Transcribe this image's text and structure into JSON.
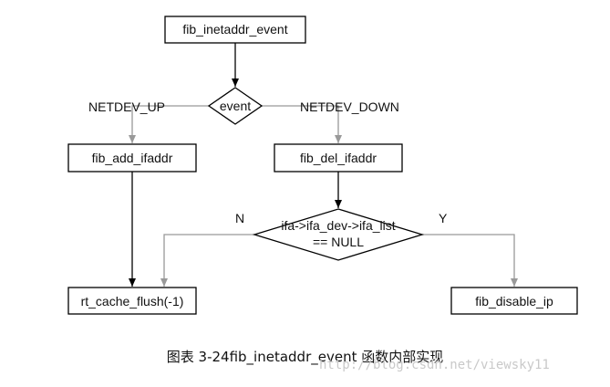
{
  "nodes": {
    "event_entry": "fib_inetaddr_event",
    "decision_event": "event",
    "add_ifaddr": "fib_add_ifaddr",
    "del_ifaddr": "fib_del_ifaddr",
    "decision_list": [
      "ifa->ifa_dev->ifa_list",
      "== NULL"
    ],
    "cache_flush": "rt_cache_flush(-1)",
    "disable_ip": "fib_disable_ip"
  },
  "edges": {
    "up": "NETDEV_UP",
    "down": "NETDEV_DOWN",
    "no": "N",
    "yes": "Y"
  },
  "caption": "图表 3-24fib_inetaddr_event 函数内部实现",
  "watermark": "http://blog.csdn.net/viewsky11",
  "colors": {
    "black_edge": "#000000",
    "gray_edge": "#999999",
    "watermark": "#c9c9c9"
  }
}
